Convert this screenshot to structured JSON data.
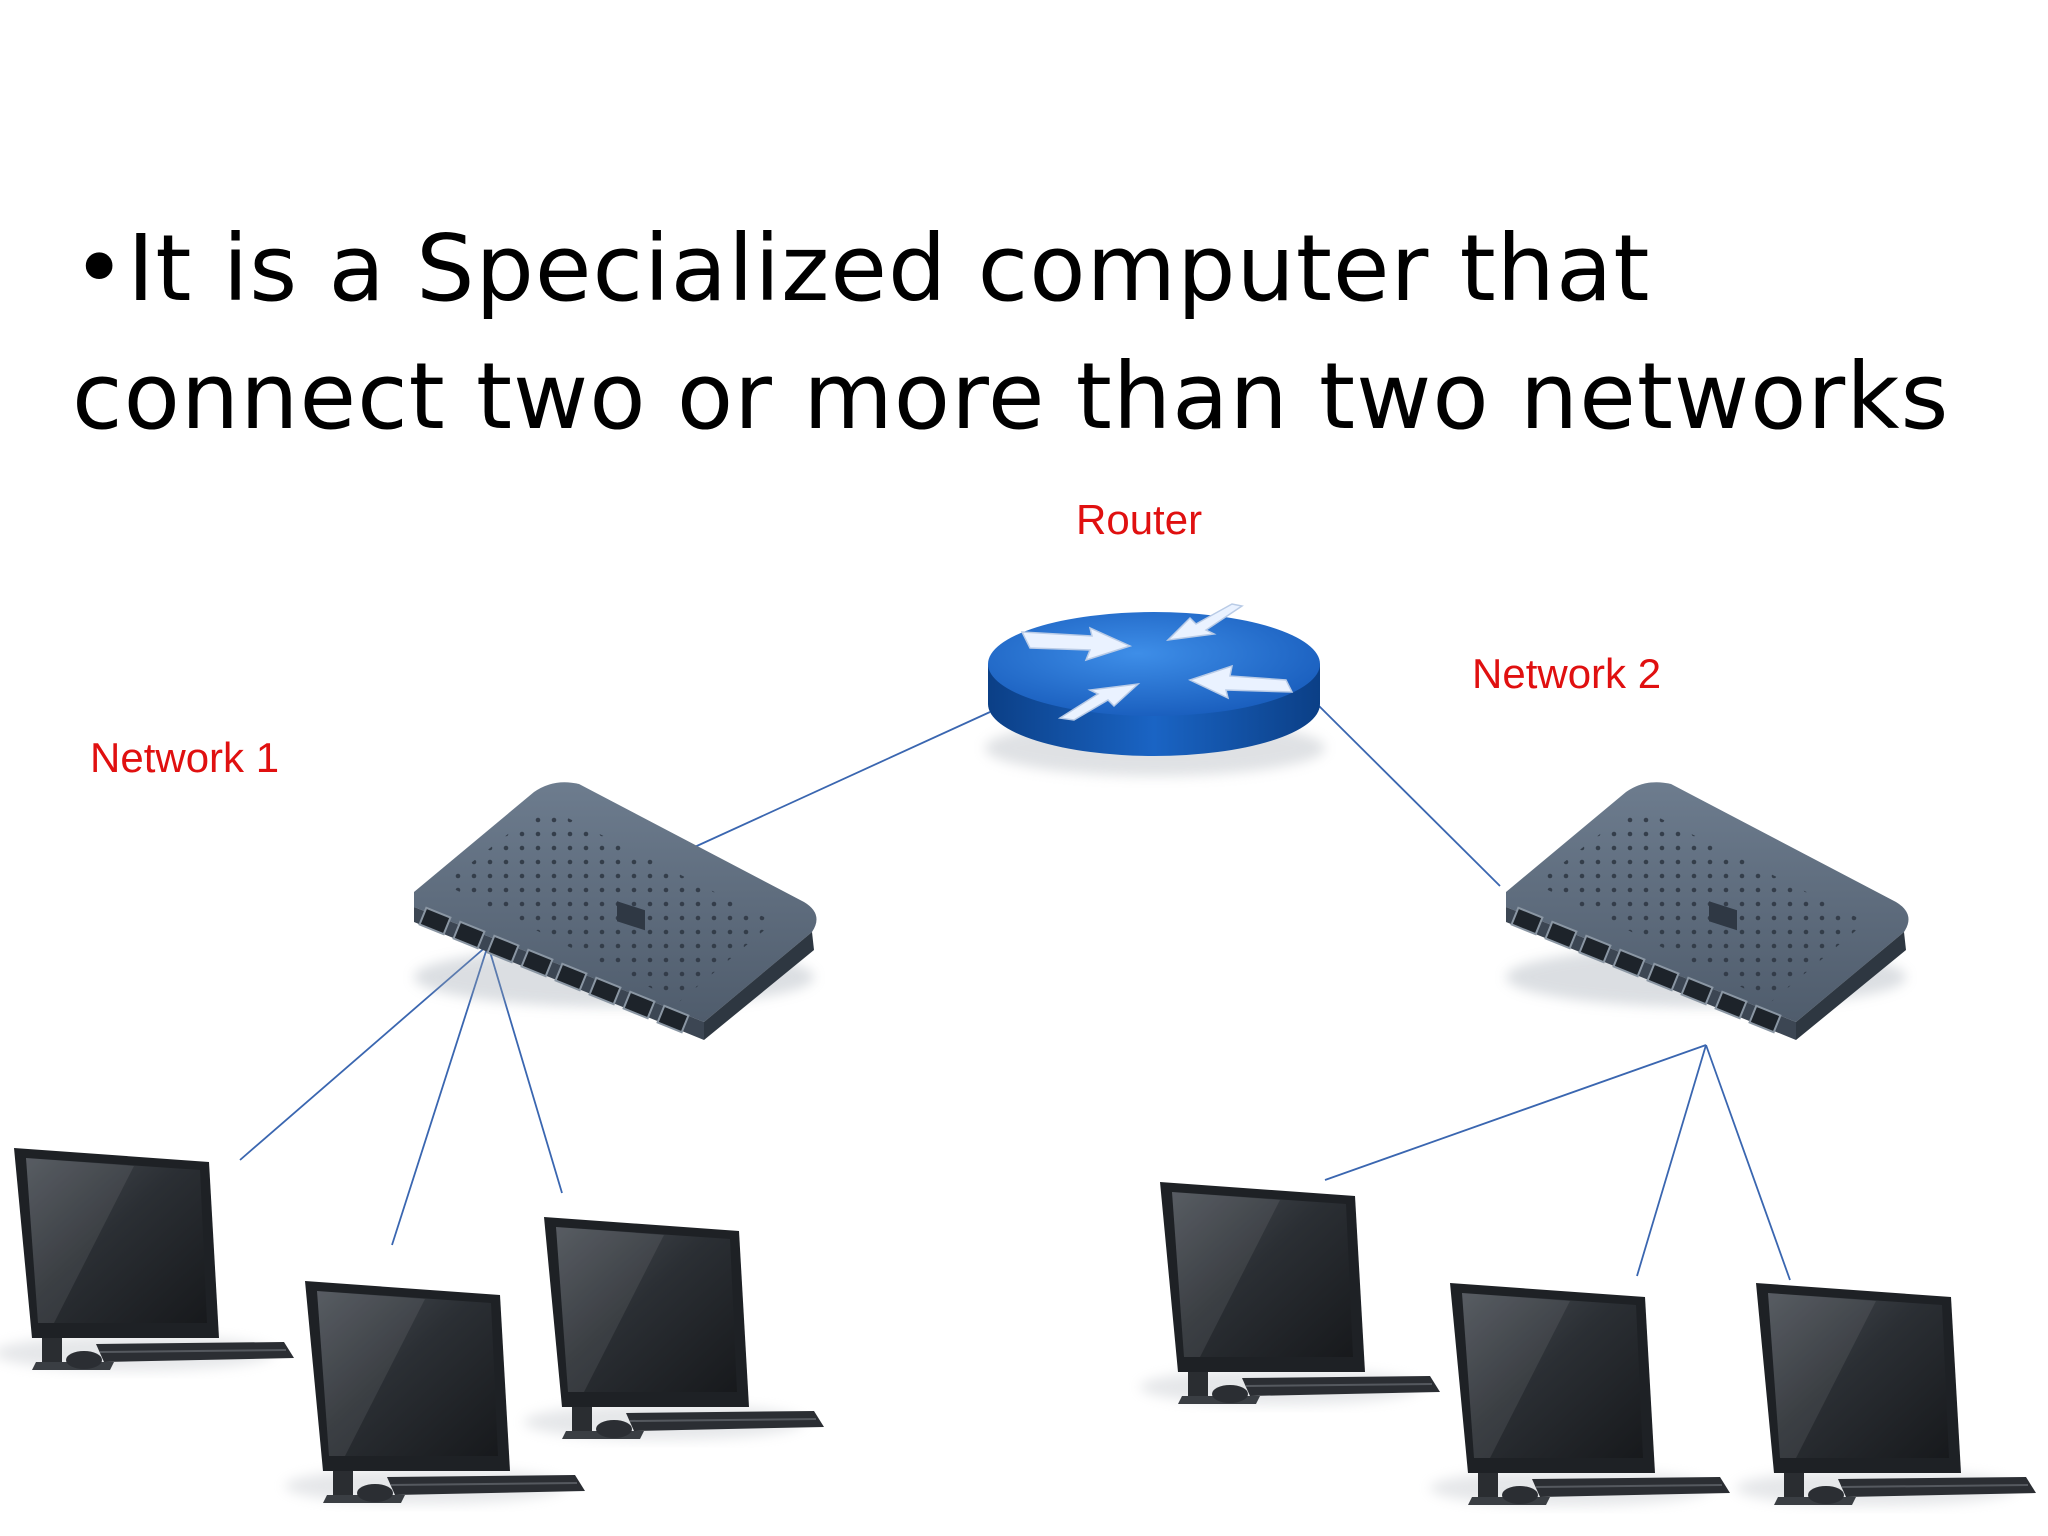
{
  "slide": {
    "bullet": "•",
    "line1": "It is a Specialized computer that",
    "line2": "connect two or more than two networks"
  },
  "labels": {
    "router": "Router",
    "network1": "Network 1",
    "network2": "Network 2"
  },
  "colors": {
    "label": "#e01010",
    "router_blue": "#1f6fd1",
    "link_line": "#3a66b0",
    "switch_body": "#5b6878"
  },
  "icons": {
    "router": "router-icon",
    "switch": "switch-icon",
    "computer": "all-in-one-computer-icon"
  }
}
